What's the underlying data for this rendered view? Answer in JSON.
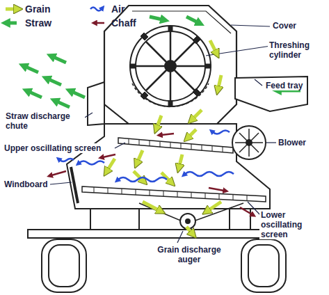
{
  "diagram": {
    "labels": [
      "Cover",
      "Threshing cylinder",
      "Feed tray",
      "Straw discharge chute",
      "Upper oscillating screen",
      "Blower",
      "Windboard",
      "Lower oscillating screen",
      "Grain discharge auger"
    ],
    "legend": [
      {
        "text": "Grain"
      },
      {
        "text": "Air"
      },
      {
        "text": "Straw"
      },
      {
        "text": "Chaff"
      }
    ]
  }
}
